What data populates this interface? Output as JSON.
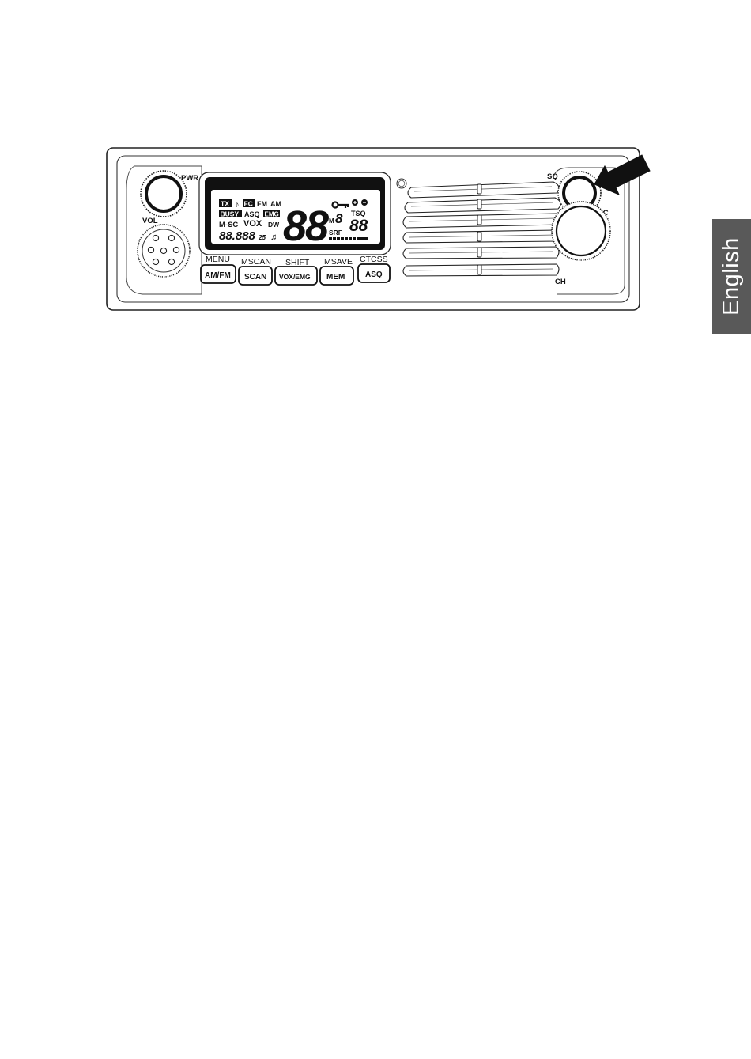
{
  "side_tab": {
    "label": "English"
  },
  "controls": {
    "pwr": "PWR",
    "vol": "VOL",
    "sq": "SQ",
    "fc": "FC",
    "ch": "CH"
  },
  "buttons": [
    {
      "top": "MENU",
      "label": "AM/FM"
    },
    {
      "top": "MSCAN",
      "label": "SCAN"
    },
    {
      "top": "SHIFT",
      "label": "VOX/EMG"
    },
    {
      "top": "MSAVE",
      "label": "MEM"
    },
    {
      "top": "CTCSS",
      "label": "ASQ"
    }
  ],
  "lcd": {
    "tx": "TX",
    "note": "♪",
    "fc": "FC",
    "fm": "FM",
    "am": "AM",
    "busy": "BUSY",
    "asq": "ASQ",
    "emg": "EMG",
    "msc": "M-SC",
    "vox": "VOX",
    "dw": "DW",
    "freq": "88.888",
    "freq_sub": "25",
    "note2": "♬",
    "big": "88",
    "m": "M",
    "mem_digit": "8",
    "tsq": "TSQ",
    "srf": "SRF",
    "small_big": "88"
  }
}
